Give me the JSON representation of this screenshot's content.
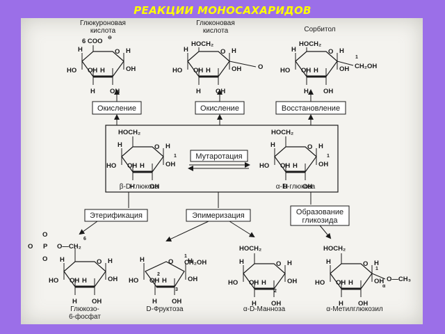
{
  "title": "РЕАКЦИИ МОНОСАХАРИДОВ",
  "top_labels": {
    "glucuronic_1": "Глюкуроновая",
    "glucuronic_2": "кислота",
    "gluconic_1": "Глюконовая",
    "gluconic_2": "кислота",
    "sorbitol": "Сорбитол"
  },
  "reactions": {
    "oxidation_1": "Окисление",
    "oxidation_2": "Окисление",
    "reduction": "Восстановление",
    "mutarotation": "Мутаротация",
    "esterification": "Этерификация",
    "epimerization": "Эпимеризация",
    "glycoside_1": "Образование",
    "glycoside_2": "гликозида"
  },
  "central_labels": {
    "beta": "β-D-глюкоза",
    "alpha": "α-D-глюкоза"
  },
  "bottom_labels": {
    "g6p_1": "Глюкозо-",
    "g6p_2": "6-фосфат",
    "fructose": "D-Фруктоза",
    "mannose": "α-D-Манноза",
    "methylglucoside": "α-Метилглюкозил"
  },
  "formula_text": {
    "coo": "6 COO",
    "hoch2": "HOCH₂",
    "ch2oh": "CH₂OH",
    "och3": "O—CH₃",
    "phosphate_o": "O—CH₂",
    "o": "O",
    "oh": "OH",
    "h": "H",
    "ho": "HO",
    "p": "P",
    "alpha": "α",
    "num_1": "1",
    "num_2": "2",
    "num_3": "3",
    "num_6": "6"
  }
}
